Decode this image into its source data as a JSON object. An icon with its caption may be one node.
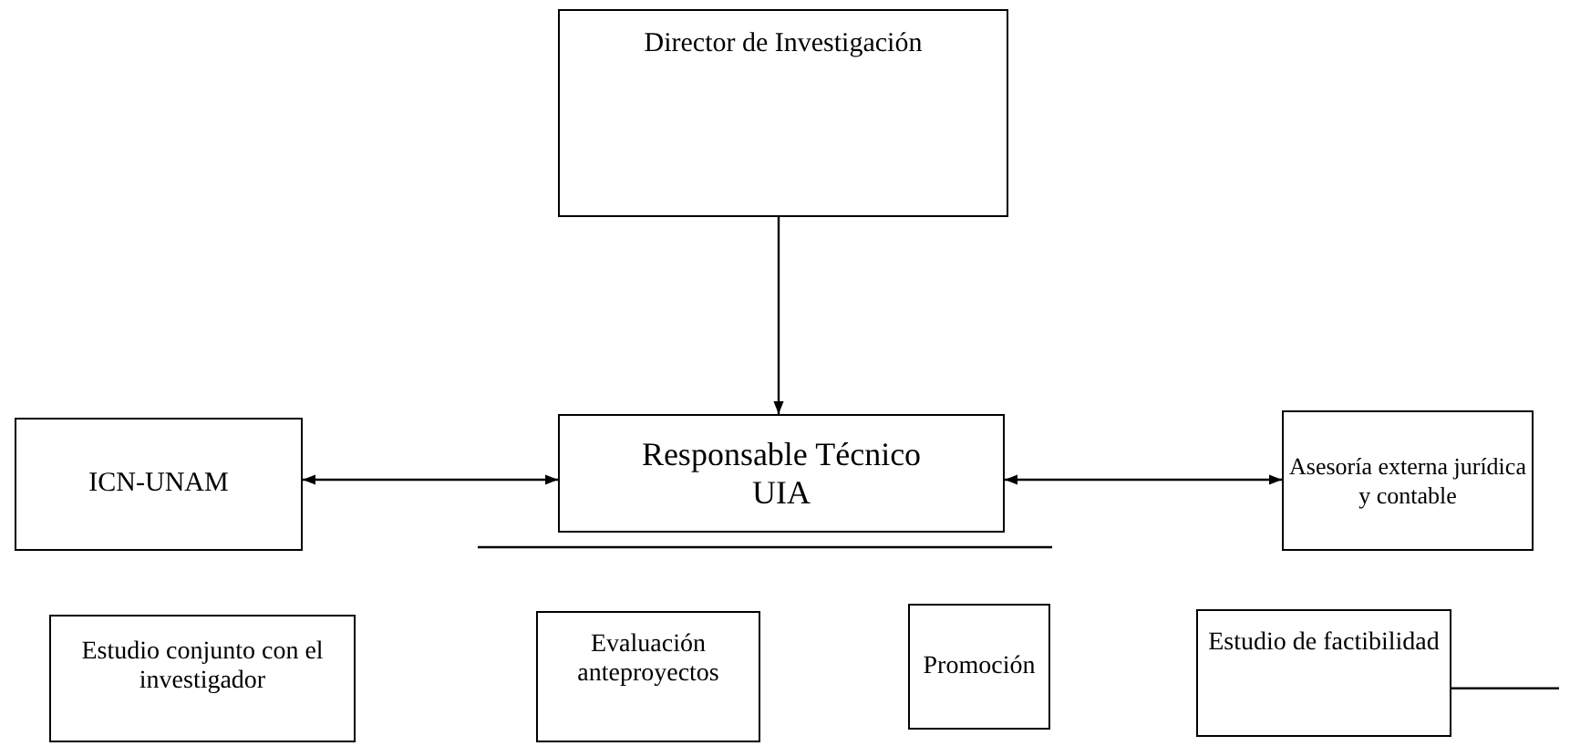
{
  "diagram": {
    "nodes": [
      {
        "text": [
          "Director de Investigación"
        ]
      },
      {
        "text": [
          "ICN-UNAM"
        ]
      },
      {
        "text": [
          "Responsable Técnico UIA"
        ]
      },
      {
        "text": [
          "Asesoría externa jurídica y contable"
        ]
      },
      {
        "text": [
          "Estudio conjunto con el investigador"
        ]
      },
      {
        "text": [
          "Evaluación anteproyectos"
        ]
      },
      {
        "text": [
          "Promoción"
        ]
      },
      {
        "text": [
          "Estudio de factibilidad"
        ]
      }
    ],
    "edges": [
      {
        "from": 0,
        "to": 2,
        "arrow": "to"
      },
      {
        "from": 1,
        "to": 2,
        "arrow": "both"
      },
      {
        "from": 2,
        "to": 3,
        "arrow": "both"
      },
      {
        "from": 7,
        "to": null,
        "arrow": "none"
      }
    ]
  }
}
